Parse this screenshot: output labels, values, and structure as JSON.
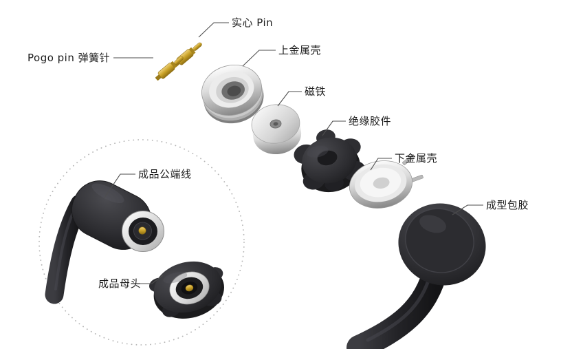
{
  "labels": {
    "solid_pin": "实心 Pin",
    "pogo_pin": "Pogo pin 弹簧针",
    "upper_shell": "上金属壳",
    "magnet": "磁铁",
    "insulator": "绝缘胶件",
    "lower_shell": "下金属壳",
    "overmold": "成型包胶",
    "male_cable": "成品公端线",
    "female_head": "成品母头"
  },
  "colors": {
    "background": "#ffffff",
    "label_text": "#1a1a1a",
    "leader_line": "#4d4d4d",
    "dotted_circle": "#b5b5b5",
    "metal_silver": "#c9c9c9",
    "gold_pin": "#c9a227",
    "black_plastic": "#2d2d31",
    "cable_black": "#232327"
  }
}
